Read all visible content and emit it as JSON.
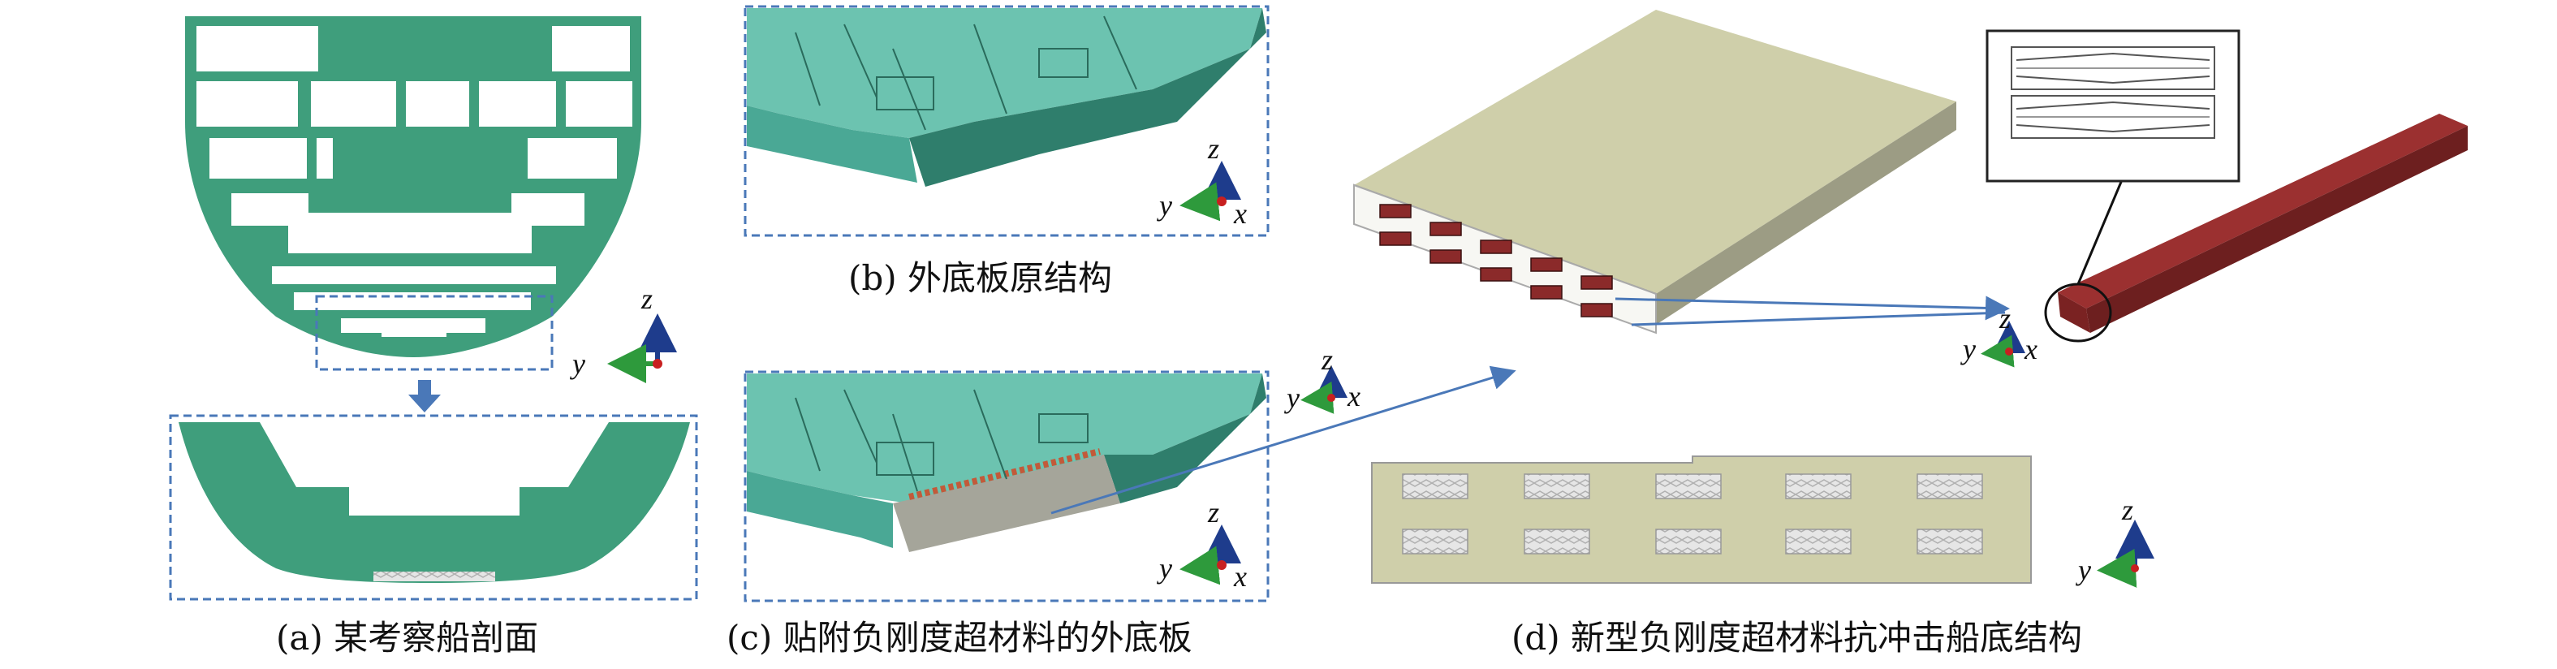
{
  "panels": {
    "a": {
      "caption": "(a) 某考察船剖面"
    },
    "b": {
      "caption": "(b) 外底板原结构"
    },
    "c": {
      "caption": "(c) 贴附负刚度超材料的外底板"
    },
    "d": {
      "caption": "(d) 新型负刚度超材料抗冲击船底结构"
    }
  },
  "axis_labels": {
    "y": "y",
    "z": "z",
    "x": "x"
  },
  "colors": {
    "hull_green": "#3f9e7c",
    "plate_green": "#6cc3b0",
    "plate_dark": "#2f7e6c",
    "frame_blue": "#4a78b8",
    "metamaterial_red": "#8b2a2a",
    "panel_beige": "#cfcfaa",
    "axis_z_blue": "#1e3c8c",
    "axis_y_green": "#2e9a3c",
    "axis_x_red": "#c82020"
  }
}
